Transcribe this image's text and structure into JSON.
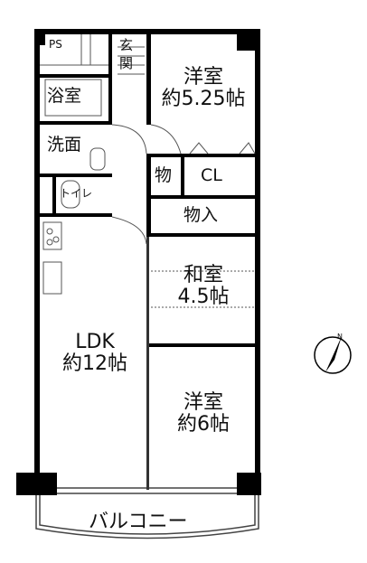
{
  "rooms": {
    "ps": "PS",
    "genkan_1": "玄",
    "genkan_2": "関",
    "bath": "浴室",
    "washroom": "洗面",
    "toilet": "トイレ",
    "western_north": {
      "name": "洋室",
      "size": "約5.25帖"
    },
    "storage_small": "物",
    "closet": "CL",
    "storage_in": "物入",
    "japanese": {
      "name": "和室",
      "size": "4.5帖"
    },
    "ldk": {
      "name": "LDK",
      "size": "約12帖"
    },
    "western_south": {
      "name": "洋室",
      "size": "約6帖"
    },
    "balcony": "バルコニー"
  },
  "compass": {
    "north_label": "N"
  },
  "colors": {
    "wall": "#000000",
    "line": "#444444",
    "background": "#ffffff"
  }
}
